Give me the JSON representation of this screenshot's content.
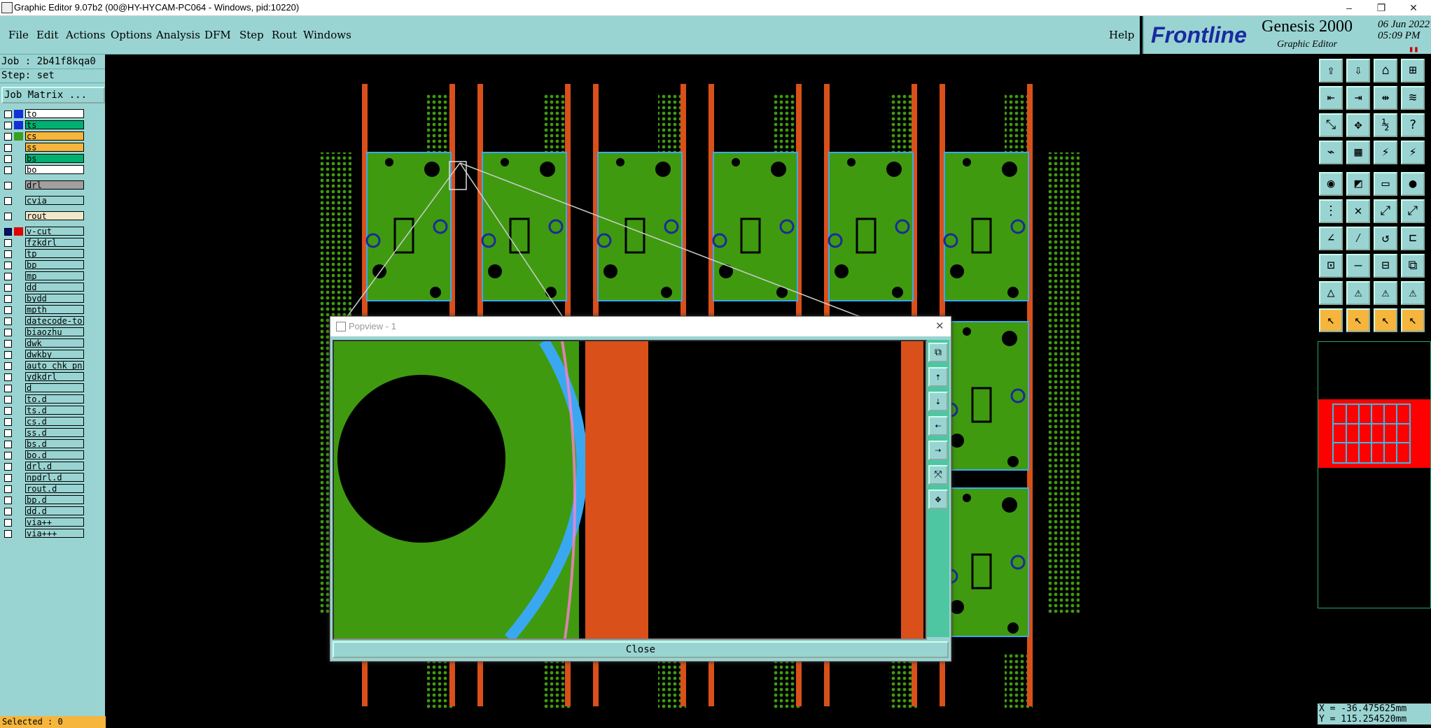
{
  "window": {
    "title": "Graphic Editor 9.07b2 (00@HY-HYCAM-PC064 - Windows, pid:10220)",
    "minimize": "–",
    "restore": "❐",
    "close": "✕"
  },
  "menu": {
    "items": [
      "File",
      "Edit",
      "Actions",
      "Options",
      "Analysis",
      "DFM",
      "Step",
      "Rout",
      "Windows"
    ],
    "help": "Help"
  },
  "brand": {
    "logo": "Frontline",
    "product": "Genesis 2000",
    "subtitle": "Graphic Editor",
    "date": "06 Jun 2022",
    "time": "05:09 PM"
  },
  "job": {
    "job_line": "Job : 2b41f8kqa0",
    "step_line": "Step: set",
    "matrix_button": "Job Matrix ..."
  },
  "layers": [
    {
      "name": "to",
      "swatch": "#1230d8",
      "bg": "#ffffff"
    },
    {
      "name": "ts",
      "swatch": "#1230d8",
      "bg": "#00b070"
    },
    {
      "name": "cs",
      "swatch": "#3aa020",
      "bg": "#f6b53c"
    },
    {
      "name": "ss",
      "swatch": "",
      "bg": "#f6b53c"
    },
    {
      "name": "bs",
      "swatch": "",
      "bg": "#00b070"
    },
    {
      "name": "bo",
      "swatch": "",
      "bg": "#ffffff"
    },
    {
      "name": "drl",
      "swatch": "",
      "bg": "#a0a0a0"
    },
    {
      "name": "cvia",
      "swatch": "",
      "bg": "#99d4d2"
    },
    {
      "name": "rout",
      "swatch": "",
      "bg": "#f0e8c8"
    },
    {
      "name": "v-cut",
      "swatch": "#e00000",
      "bg": "#99d4d2",
      "checked": true
    },
    {
      "name": "fzkdrl",
      "swatch": "",
      "bg": "#99d4d2"
    },
    {
      "name": "tp",
      "swatch": "",
      "bg": "#99d4d2"
    },
    {
      "name": "bp",
      "swatch": "",
      "bg": "#99d4d2"
    },
    {
      "name": "mp",
      "swatch": "",
      "bg": "#99d4d2"
    },
    {
      "name": "dd",
      "swatch": "",
      "bg": "#99d4d2"
    },
    {
      "name": "bydd",
      "swatch": "",
      "bg": "#99d4d2"
    },
    {
      "name": "mpth",
      "swatch": "",
      "bg": "#99d4d2"
    },
    {
      "name": "datecode-to",
      "swatch": "",
      "bg": "#99d4d2"
    },
    {
      "name": "biaozhu",
      "swatch": "",
      "bg": "#99d4d2"
    },
    {
      "name": "dwk",
      "swatch": "",
      "bg": "#99d4d2"
    },
    {
      "name": "dwkby",
      "swatch": "",
      "bg": "#99d4d2"
    },
    {
      "name": "auto_chk_pn",
      "swatch": "",
      "bg": "#99d4d2"
    },
    {
      "name": "ydkdrl",
      "swatch": "",
      "bg": "#99d4d2"
    },
    {
      "name": "d",
      "swatch": "",
      "bg": "#99d4d2"
    },
    {
      "name": "to.d",
      "swatch": "",
      "bg": "#99d4d2"
    },
    {
      "name": "ts.d",
      "swatch": "",
      "bg": "#99d4d2"
    },
    {
      "name": "cs.d",
      "swatch": "",
      "bg": "#99d4d2"
    },
    {
      "name": "ss.d",
      "swatch": "",
      "bg": "#99d4d2"
    },
    {
      "name": "bs.d",
      "swatch": "",
      "bg": "#99d4d2"
    },
    {
      "name": "bo.d",
      "swatch": "",
      "bg": "#99d4d2"
    },
    {
      "name": "drl.d",
      "swatch": "",
      "bg": "#99d4d2"
    },
    {
      "name": "npdrl.d",
      "swatch": "",
      "bg": "#99d4d2"
    },
    {
      "name": "rout.d",
      "swatch": "",
      "bg": "#99d4d2"
    },
    {
      "name": "bp.d",
      "swatch": "",
      "bg": "#99d4d2"
    },
    {
      "name": "dd.d",
      "swatch": "",
      "bg": "#99d4d2"
    },
    {
      "name": "via++",
      "swatch": "",
      "bg": "#99d4d2"
    },
    {
      "name": "via+++",
      "swatch": "",
      "bg": "#99d4d2"
    }
  ],
  "status": {
    "selected": "Selected : 0"
  },
  "coords": {
    "x": "X = -36.475625mm",
    "y": "Y = 115.254520mm"
  },
  "popview": {
    "title": "Popview - 1",
    "close_label": "Close"
  },
  "colors": {
    "panel": "#99d4d2",
    "board_green": "#3f9a10",
    "copper_orange": "#d9501a",
    "outline_cyan": "#3aa8f0",
    "highlight": "#f6b53c"
  }
}
